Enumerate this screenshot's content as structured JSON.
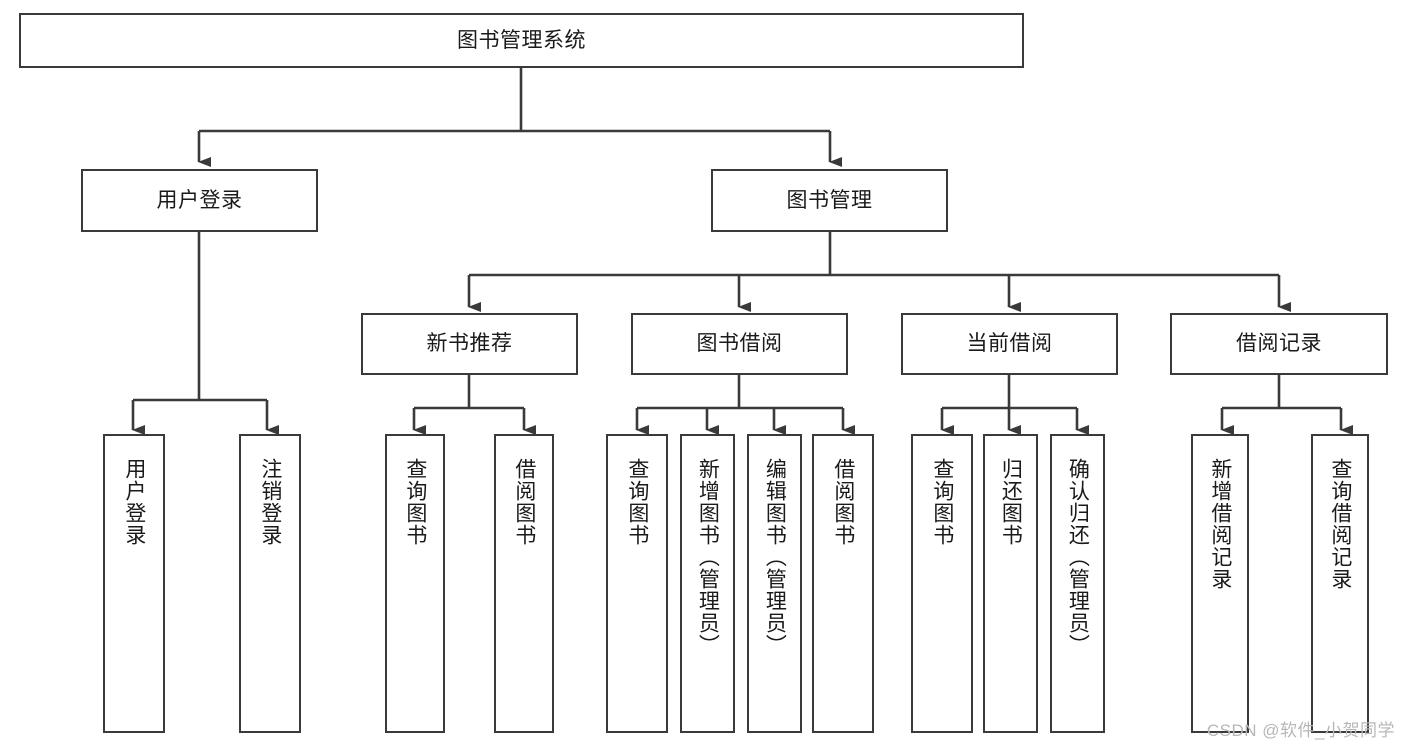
{
  "diagram": {
    "type": "hierarchy-tree",
    "title": "图书管理系统",
    "root": {
      "label": "图书管理系统"
    },
    "level2": [
      {
        "label": "用户登录"
      },
      {
        "label": "图书管理"
      }
    ],
    "level3": [
      {
        "label": "新书推荐"
      },
      {
        "label": "图书借阅"
      },
      {
        "label": "当前借阅"
      },
      {
        "label": "借阅记录"
      }
    ],
    "leaves": {
      "user_login": [
        {
          "label": "用户登录"
        },
        {
          "label": "注销登录"
        }
      ],
      "new_book_recommend": [
        {
          "label": "查询图书"
        },
        {
          "label": "借阅图书"
        }
      ],
      "book_borrow": [
        {
          "label": "查询图书"
        },
        {
          "label": "新增图书（管理员）"
        },
        {
          "label": "编辑图书（管理员）"
        },
        {
          "label": "借阅图书"
        }
      ],
      "current_borrow": [
        {
          "label": "查询图书"
        },
        {
          "label": "归还图书"
        },
        {
          "label": "确认归还（管理员）"
        }
      ],
      "borrow_record": [
        {
          "label": "新增借阅记录"
        },
        {
          "label": "查询借阅记录"
        }
      ]
    }
  },
  "watermark": {
    "text": "CSDN @软件_小贺同学"
  },
  "colors": {
    "box_border": "#3a3a3a",
    "box_fill": "#ffffff",
    "text": "#1a1a1a",
    "edge": "#3a3a3a",
    "watermark": "#b7b7b7",
    "background": "#ffffff"
  }
}
